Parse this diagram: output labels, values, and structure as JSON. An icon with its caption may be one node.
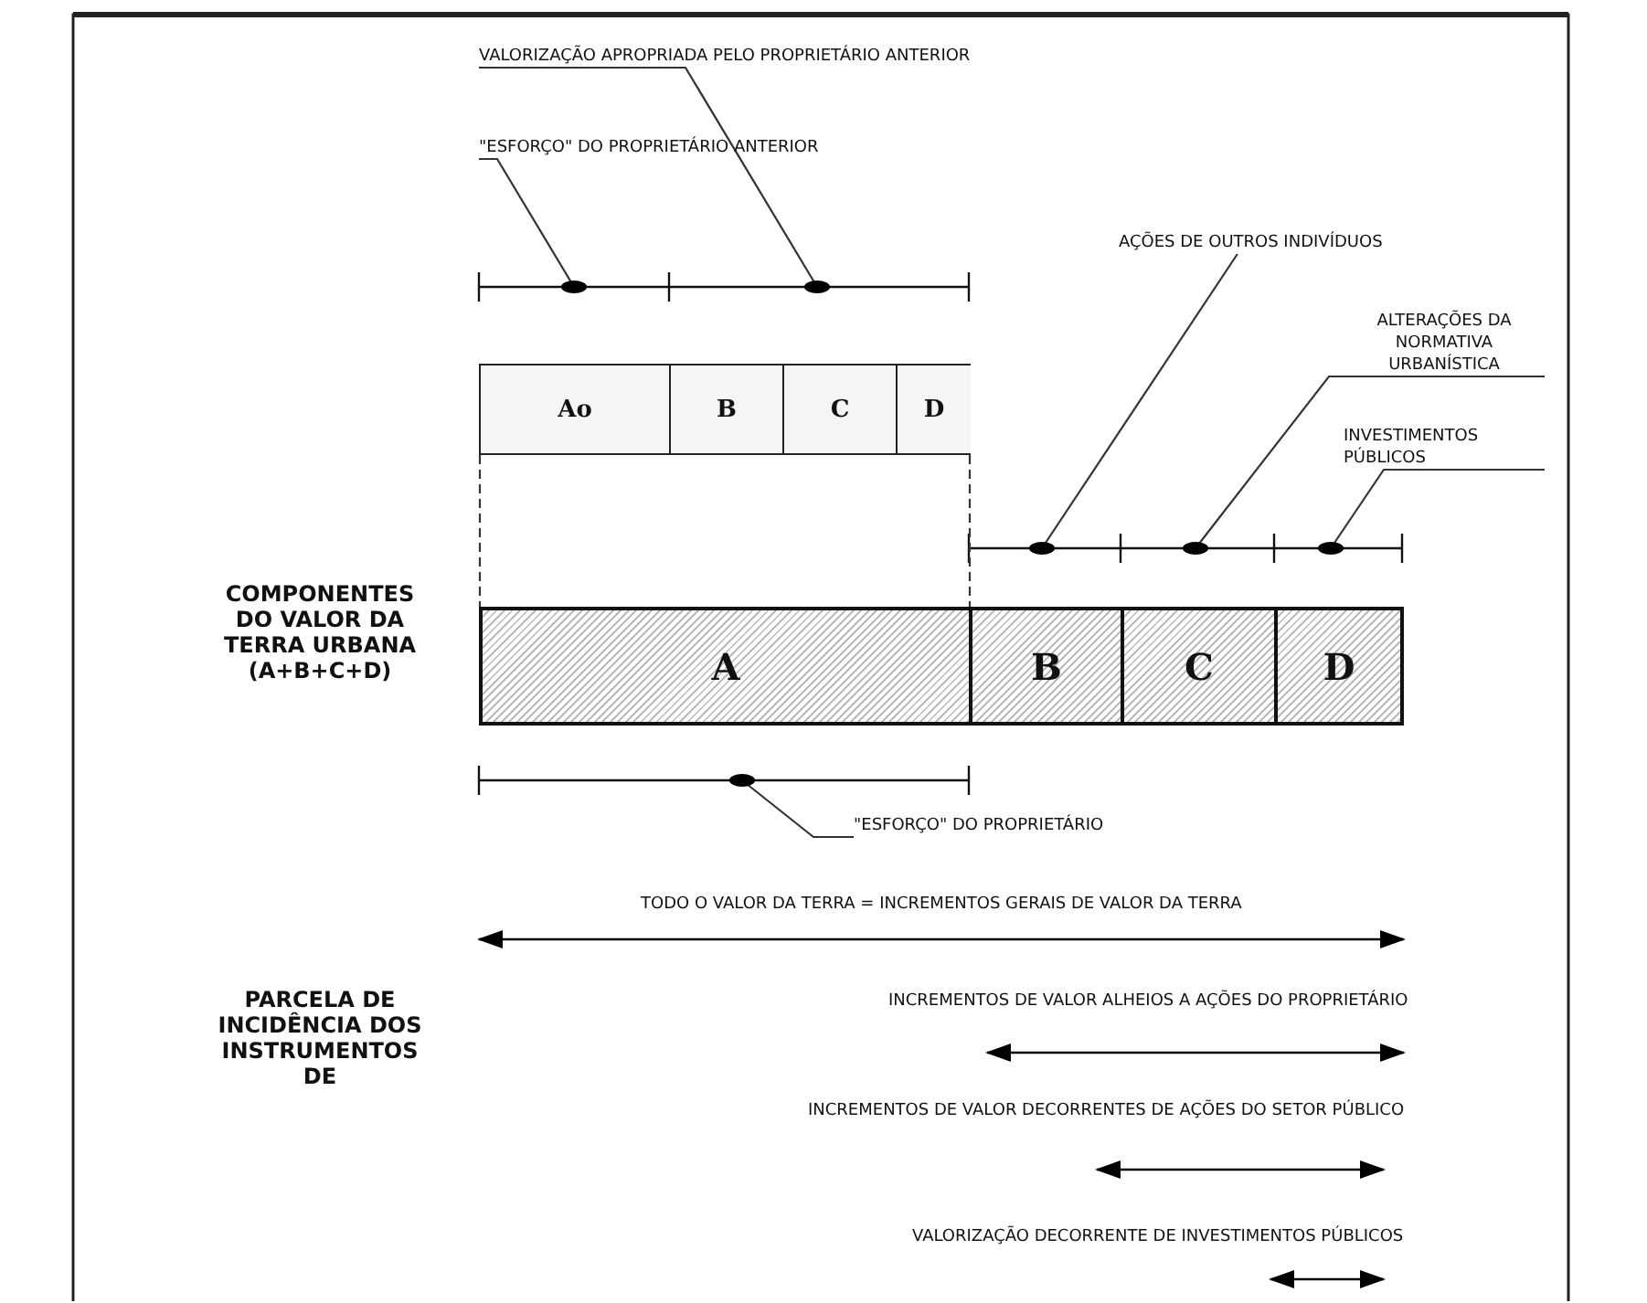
{
  "diagram": {
    "nodes": [
      {
        "text": [
          "VALORIZAÇÃO APROPRIADA PELO PROPRIETÁRIO ANTERIOR"
        ]
      },
      {
        "text": [
          "\"ESFORÇO\" DO PROPRIETÁRIO ANTERIOR"
        ]
      },
      {
        "text": [
          "AÇÕES DE OUTROS INDIVÍDUOS"
        ]
      },
      {
        "text": [
          "ALTERAÇÕES DA NORMATIVA URBANÍSTICA"
        ]
      },
      {
        "text": [
          "INVESTIMENTOS PÚBLICOS"
        ]
      },
      {
        "text": [
          "Ao"
        ]
      },
      {
        "text": [
          "B"
        ]
      },
      {
        "text": [
          "C"
        ]
      },
      {
        "text": [
          "D"
        ]
      },
      {
        "text": [
          "A"
        ]
      },
      {
        "text": [
          "B"
        ]
      },
      {
        "text": [
          "C"
        ]
      },
      {
        "text": [
          "D"
        ]
      },
      {
        "text": [
          "\"ESFORÇO\" DO PROPRIETÁRIO"
        ]
      }
    ],
    "edges": [
      {
        "from": 0,
        "to": null,
        "arrow": "other"
      },
      {
        "from": 1,
        "to": null,
        "arrow": "other"
      },
      {
        "from": 2,
        "to": null,
        "arrow": "other"
      },
      {
        "from": 3,
        "to": null,
        "arrow": "other"
      },
      {
        "from": 4,
        "to": null,
        "arrow": "other"
      },
      {
        "from": 13,
        "to": null,
        "arrow": "other"
      },
      {
        "from": 5,
        "to": 9,
        "arrow": "none",
        "style": "dashed"
      },
      {
        "from": 8,
        "to": 10,
        "arrow": "none",
        "style": "dashed"
      }
    ],
    "labels": [
      "COMPONENTES DO VALOR DA TERRA URBANA (A+B+C+D)",
      "TODO O VALOR DA TERRA = INCREMENTOS GERAIS DE VALOR DA TERRA",
      "PARCELA DE INCIDÊNCIA DOS INSTRUMENTOS DE",
      "INCREMENTOS DE VALOR ALHEIOS A AÇÕES DO PROPRIETÁRIO",
      "INCREMENTOS DE VALOR DECORRENTES DE AÇÕES DO SETOR PÚBLICO",
      "VALORIZAÇÃO DECORRENTE DE INVESTIMENTOS PÚBLICOS"
    ]
  }
}
